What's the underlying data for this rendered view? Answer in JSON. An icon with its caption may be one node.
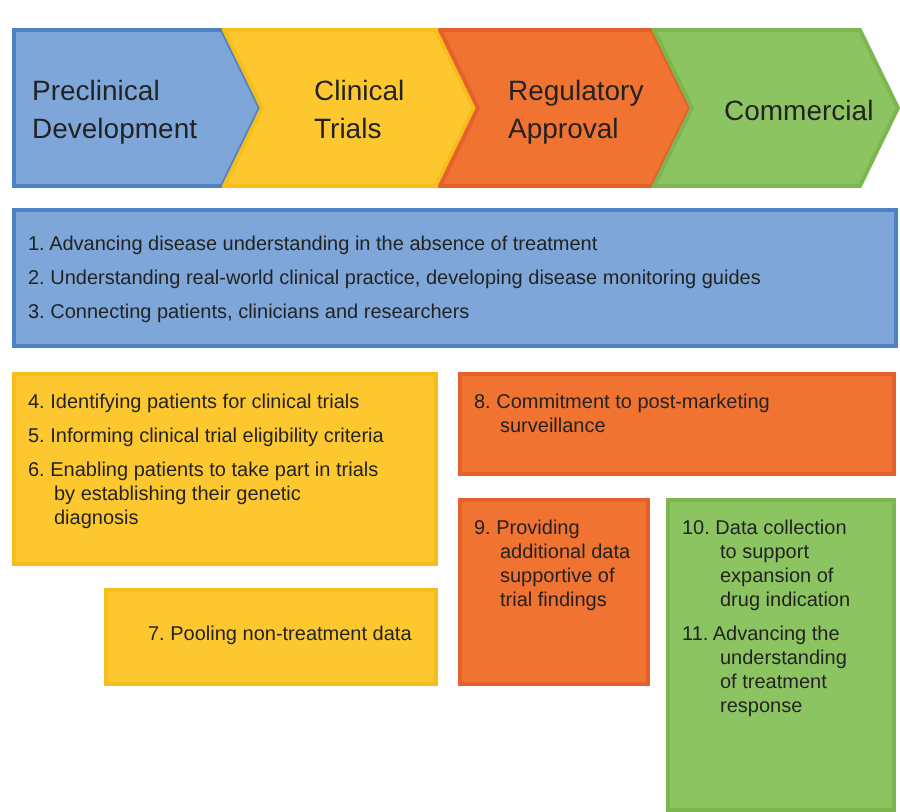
{
  "diagram": {
    "nodes": [
      {
        "text": [
          "Preclinical Development"
        ]
      },
      {
        "text": [
          "Clinical Trials"
        ]
      },
      {
        "text": [
          "Regulatory Approval"
        ]
      },
      {
        "text": [
          "Commercial"
        ]
      },
      {
        "text": [
          "1. Advancing disease understanding in the absence of treatment",
          "2. Understanding real-world clinical practice, developing disease monitoring guides",
          "3. Connecting patients, clinicians and researchers"
        ]
      },
      {
        "text": [
          "4. Identifying patients for clinical trials",
          "5. Informing clinical trial eligibility criteria",
          "6. Enabling patients to take part in trials by establishing their genetic diagnosis"
        ]
      },
      {
        "text": [
          "7. Pooling non-treatment data"
        ]
      },
      {
        "text": [
          "8. Commitment to post-marketing surveillance"
        ]
      },
      {
        "text": [
          "9. Providing additional data supportive of trial findings"
        ]
      },
      {
        "text": [
          "10. Data collection to support expansion of drug indication",
          "11. Advancing the understanding of treatment response"
        ]
      }
    ]
  }
}
